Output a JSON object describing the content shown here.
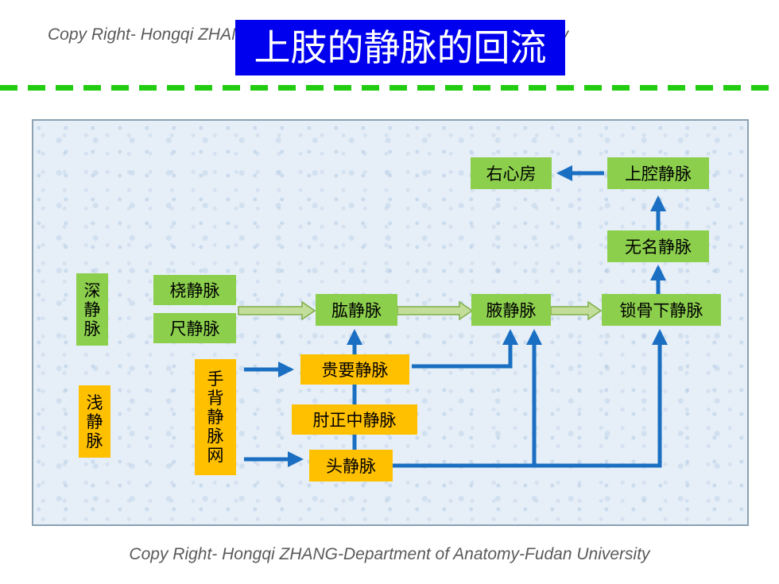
{
  "title": "上肢的静脉的回流",
  "copyright_top": "Copy Right- Hongqi ZHANG-Department of Anatomy-Fudan University",
  "copyright_bottom": "Copy Right- Hongqi ZHANG-Department of Anatomy-Fudan University",
  "colors": {
    "title_bg": "#0000ee",
    "deep_box": "#8ccf4d",
    "superficial_box": "#ffc000",
    "arrow_blue": "#1a6fc2",
    "arrow_green": "#8fbf4a",
    "dash_line": "#22cc11"
  },
  "legend": {
    "deep": [
      "深",
      "静",
      "脉"
    ],
    "superficial": [
      "浅",
      "静",
      "脉"
    ]
  },
  "nodes": {
    "radial": "桡静脉",
    "ulnar": "尺静脉",
    "brachial": "肱静脉",
    "axillary": "腋静脉",
    "subclavian": "锁骨下静脉",
    "brachiocephalic": "无名静脉",
    "svc": "上腔静脉",
    "right_atrium": "右心房",
    "basilic": "贵要静脉",
    "median_cubital": "肘正中静脉",
    "cephalic": "头静脉",
    "dorsal_network": [
      "手",
      "背",
      "静",
      "脉",
      "网"
    ]
  }
}
